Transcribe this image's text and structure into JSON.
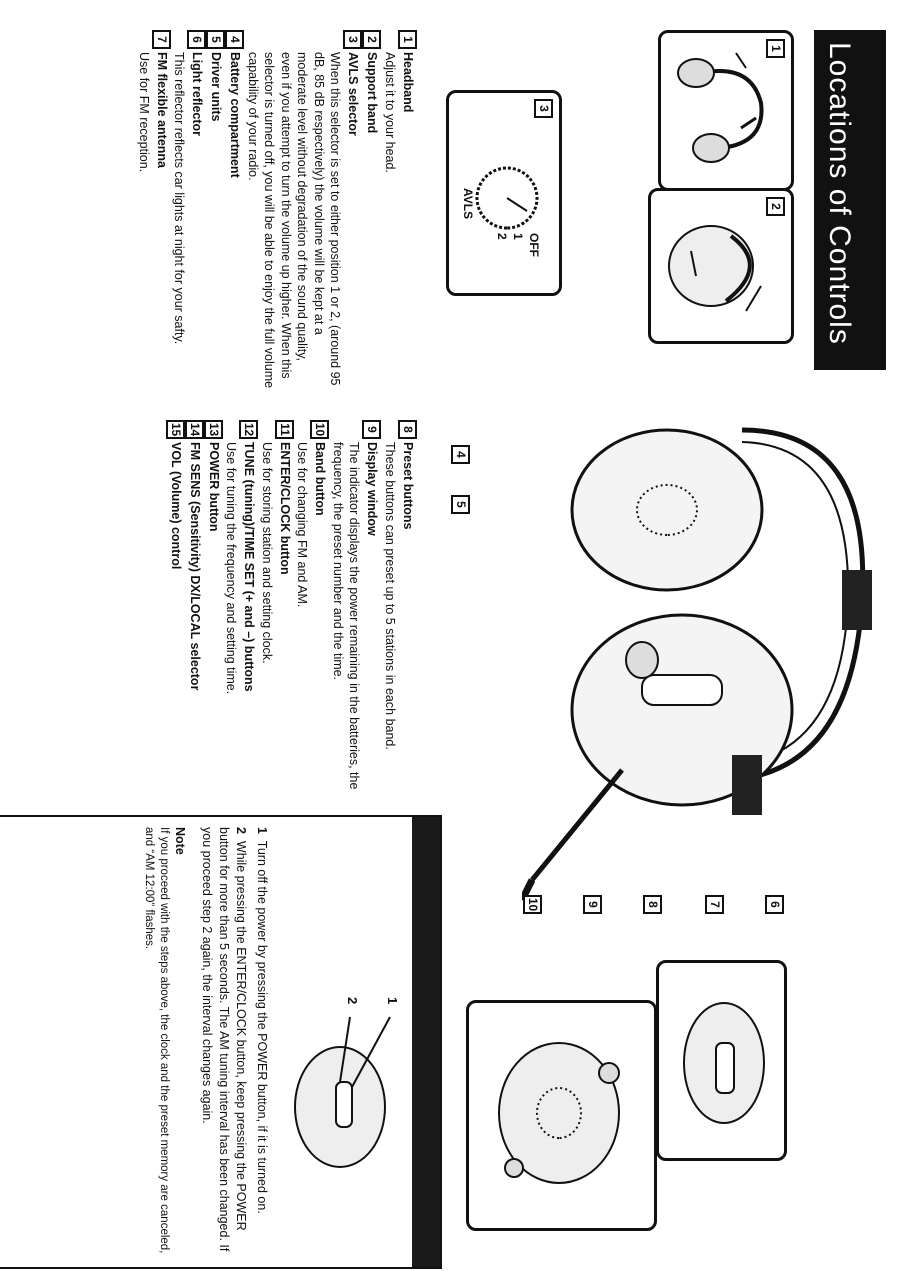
{
  "title": "Locations of Controls",
  "panels": {
    "p1": "1",
    "p2": "2",
    "p3": "3",
    "avls_label": "AVLS",
    "avls_off": "OFF",
    "avls_1": "1",
    "avls_2": "2"
  },
  "callouts": [
    "4",
    "5",
    "6",
    "7",
    "8",
    "9",
    "10",
    "11",
    "12",
    "13",
    "14",
    "15"
  ],
  "items_left": [
    {
      "num": "1",
      "heading": "Headband",
      "desc": "Adjust it to your head."
    },
    {
      "num": "2",
      "heading": "Support band",
      "desc": ""
    },
    {
      "num": "3",
      "heading": "AVLS selector",
      "desc": "When this selector is set to either position 1 or 2, (around 95 dB, 85 dB respectively) the volume will be kept at a moderate level without degradation of the sound quality, even if you attempt to turn the volume up higher. When this selector is turned off, you will be able to enjoy the full volume capability of your radio."
    },
    {
      "num": "4",
      "heading": "Battery compartment",
      "desc": ""
    },
    {
      "num": "5",
      "heading": "Driver units",
      "desc": ""
    },
    {
      "num": "6",
      "heading": "Light reflector",
      "desc": "This reflector reflects car lights at night for your safty."
    },
    {
      "num": "7",
      "heading": "FM flexible antenna",
      "desc": "Use for FM reception."
    }
  ],
  "items_right": [
    {
      "num": "8",
      "heading": "Preset buttons",
      "desc": "These buttons can preset up to 5 stations in each band."
    },
    {
      "num": "9",
      "heading": "Display window",
      "desc": "The indicator displays the power remaining in the batteries, the frequency, the preset number and the time."
    },
    {
      "num": "10",
      "heading": "Band button",
      "desc": "Use for changing FM and AM."
    },
    {
      "num": "11",
      "heading": "ENTER/CLOCK button",
      "desc": "Use for storing station and setting clock."
    },
    {
      "num": "12",
      "heading": "TUNE (tuning)/TIME SET (+ and –) buttons",
      "desc": "Use for tuning the frequency and setting time."
    },
    {
      "num": "13",
      "heading": "POWER button",
      "desc": ""
    },
    {
      "num": "14",
      "heading": "FM SENS (Sensitivity) DX/LOCAL selector",
      "desc": ""
    },
    {
      "num": "15",
      "heading": "VOL (Volume) control",
      "desc": ""
    }
  ],
  "note_box": {
    "arrow1": "1",
    "arrow2": "2",
    "steps": [
      {
        "n": "1",
        "text": "Turn off the power by pressing the POWER button, if it is turned on."
      },
      {
        "n": "2",
        "text": "While pressing the ENTER/CLOCK button, keep pressing the POWER button for more than 5 seconds. The AM tuning interval has been changed. If you proceed step 2 again, the interval changes again."
      }
    ],
    "note_title": "Note",
    "note_text": "If you proceed with the steps above, the clock and the preset memory are canceled, and “AM 12:00” flashes."
  }
}
